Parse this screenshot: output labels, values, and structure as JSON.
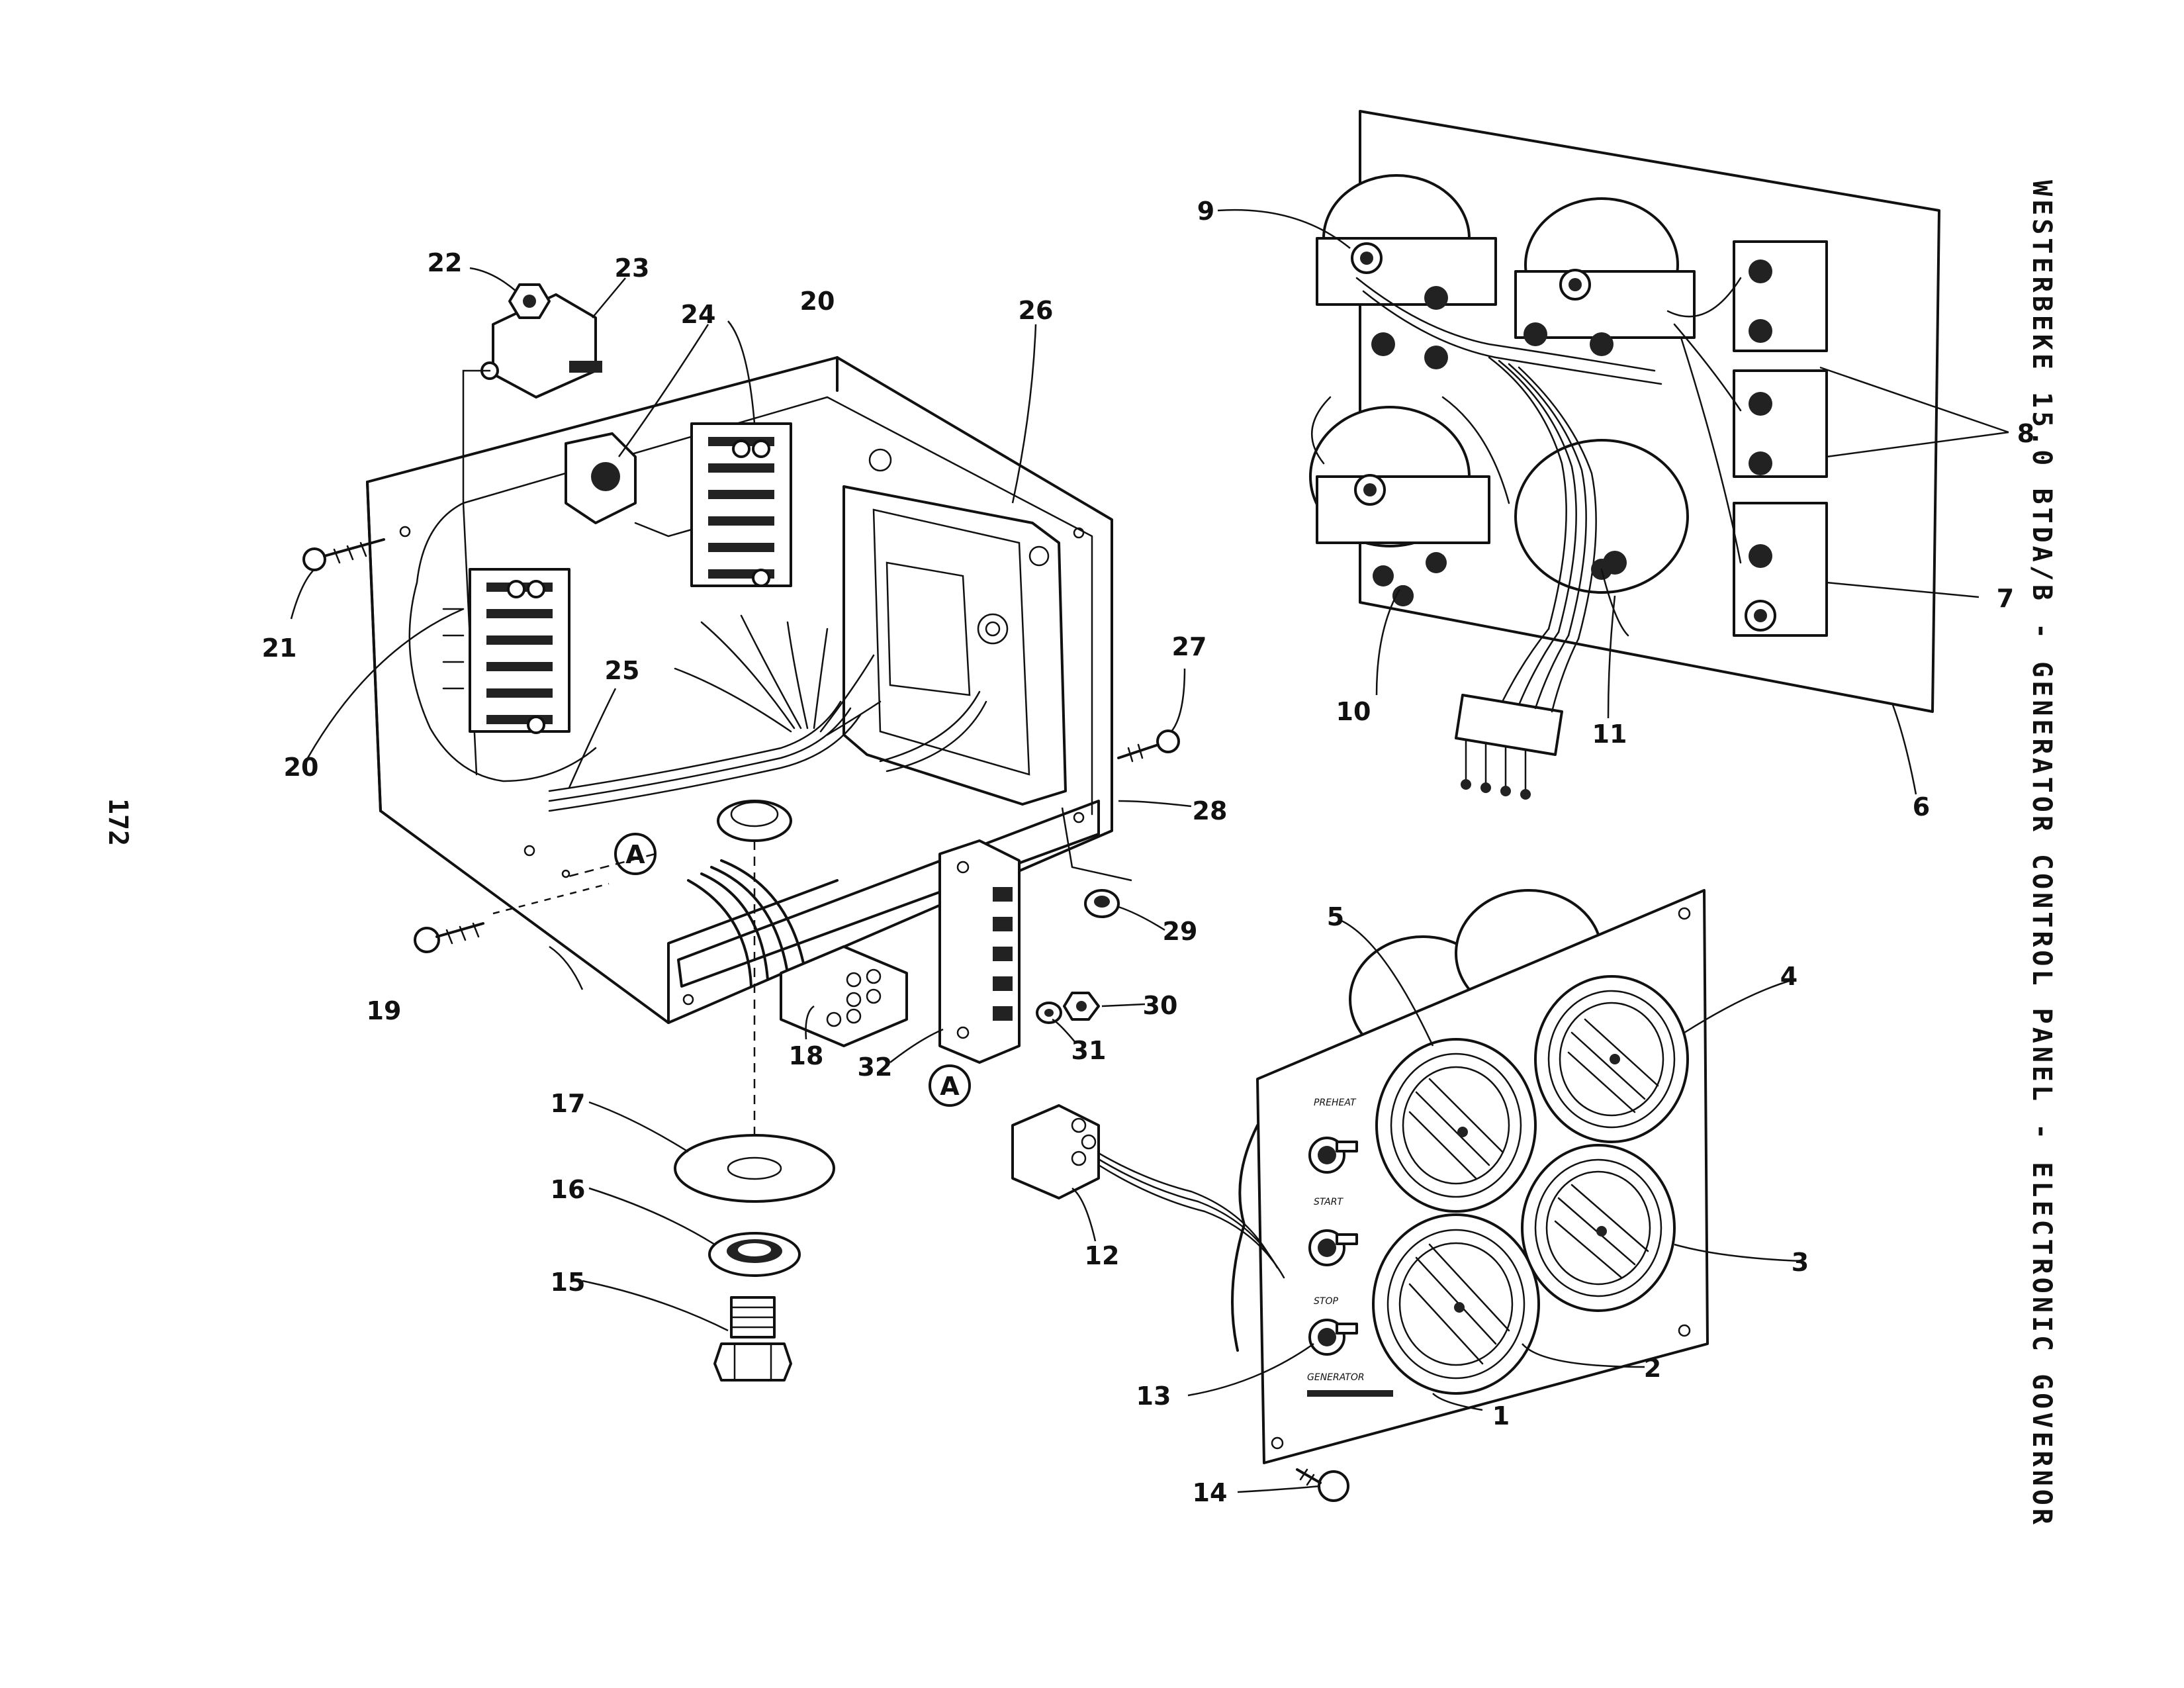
{
  "title": "WESTERBEKE 15.0 BTDA/B - GENERATOR CONTROL PANEL - ELECTRONIC GOVERNOR",
  "page_number": "172",
  "reference_marker": "A",
  "panel_switch_labels": {
    "preheat": "PREHEAT",
    "start": "START",
    "stop": "STOP",
    "generator": "GENERATOR"
  },
  "part_numbers": {
    "p1": "1",
    "p2": "2",
    "p3": "3",
    "p4": "4",
    "p5": "5",
    "p6": "6",
    "p7": "7",
    "p8": "8",
    "p9": "9",
    "p10": "10",
    "p11": "11",
    "p12": "12",
    "p13": "13",
    "p14": "14",
    "p15": "15",
    "p16": "16",
    "p17": "17",
    "p18": "18",
    "p19": "19",
    "p20": "20",
    "p21": "21",
    "p22": "22",
    "p23": "23",
    "p24": "24",
    "p25": "25",
    "p26": "26",
    "p27": "27",
    "p28": "28",
    "p29": "29",
    "p30": "30",
    "p31": "31",
    "p32": "32"
  }
}
